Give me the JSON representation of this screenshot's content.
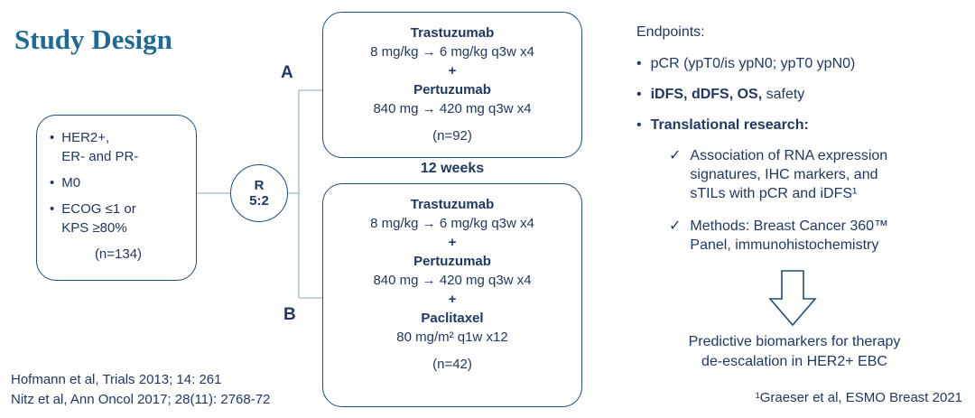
{
  "title": "Study Design",
  "icons": {
    "bullet": "•",
    "check": "✓"
  },
  "eligibility_box": {
    "items": [
      "HER2+,\nER- and PR-",
      "M0",
      "ECOG ≤1 or\nKPS ≥80%"
    ],
    "n_label": "(n=134)"
  },
  "randomization": {
    "letter": "R",
    "ratio": "5:2"
  },
  "arm_a": {
    "label": "A",
    "lines": [
      "Trastuzumab",
      "8 mg/kg → 6 mg/kg q3w x4",
      "+",
      "Pertuzumab",
      "840 mg → 420 mg q3w x4"
    ],
    "n_label": "(n=92)"
  },
  "duration_label": "12 weeks",
  "arm_b": {
    "label": "B",
    "lines": [
      "Trastuzumab",
      "8 mg/kg → 6 mg/kg q3w x4",
      "+",
      "Pertuzumab",
      "840 mg → 420 mg q3w x4",
      "+",
      "Paclitaxel",
      "80 mg/m² q1w x12"
    ],
    "n_label": "(n=42)"
  },
  "endpoints": {
    "heading": "Endpoints:",
    "items": [
      {
        "text": "pCR (ypT0/is ypN0; ypT0 ypN0)"
      },
      {
        "bold": "iDFS, dDFS, OS,",
        "text": " safety"
      },
      {
        "bold": "Translational research:"
      }
    ],
    "sub_items": [
      "Association of RNA expression\nsignatures, IHC markers, and\nsTILs with pCR and iDFS¹",
      "Methods: Breast Cancer 360™\nPanel, immunohistochemistry"
    ]
  },
  "conclusion": "Predictive biomarkers for therapy\nde-escalation in HER2+ EBC",
  "footnotes": {
    "left_line1": "Hofmann et al, Trials 2013; 14: 261",
    "left_line2": "Nitz et al, Ann Oncol 2017; 28(11): 2768-72",
    "right": "¹Graeser et al, ESMO Breast 2021"
  },
  "colors": {
    "text": "#1F3864",
    "title": "#1D6A96",
    "box_border": "#1F4E79",
    "connector": "#A8C6DE"
  }
}
